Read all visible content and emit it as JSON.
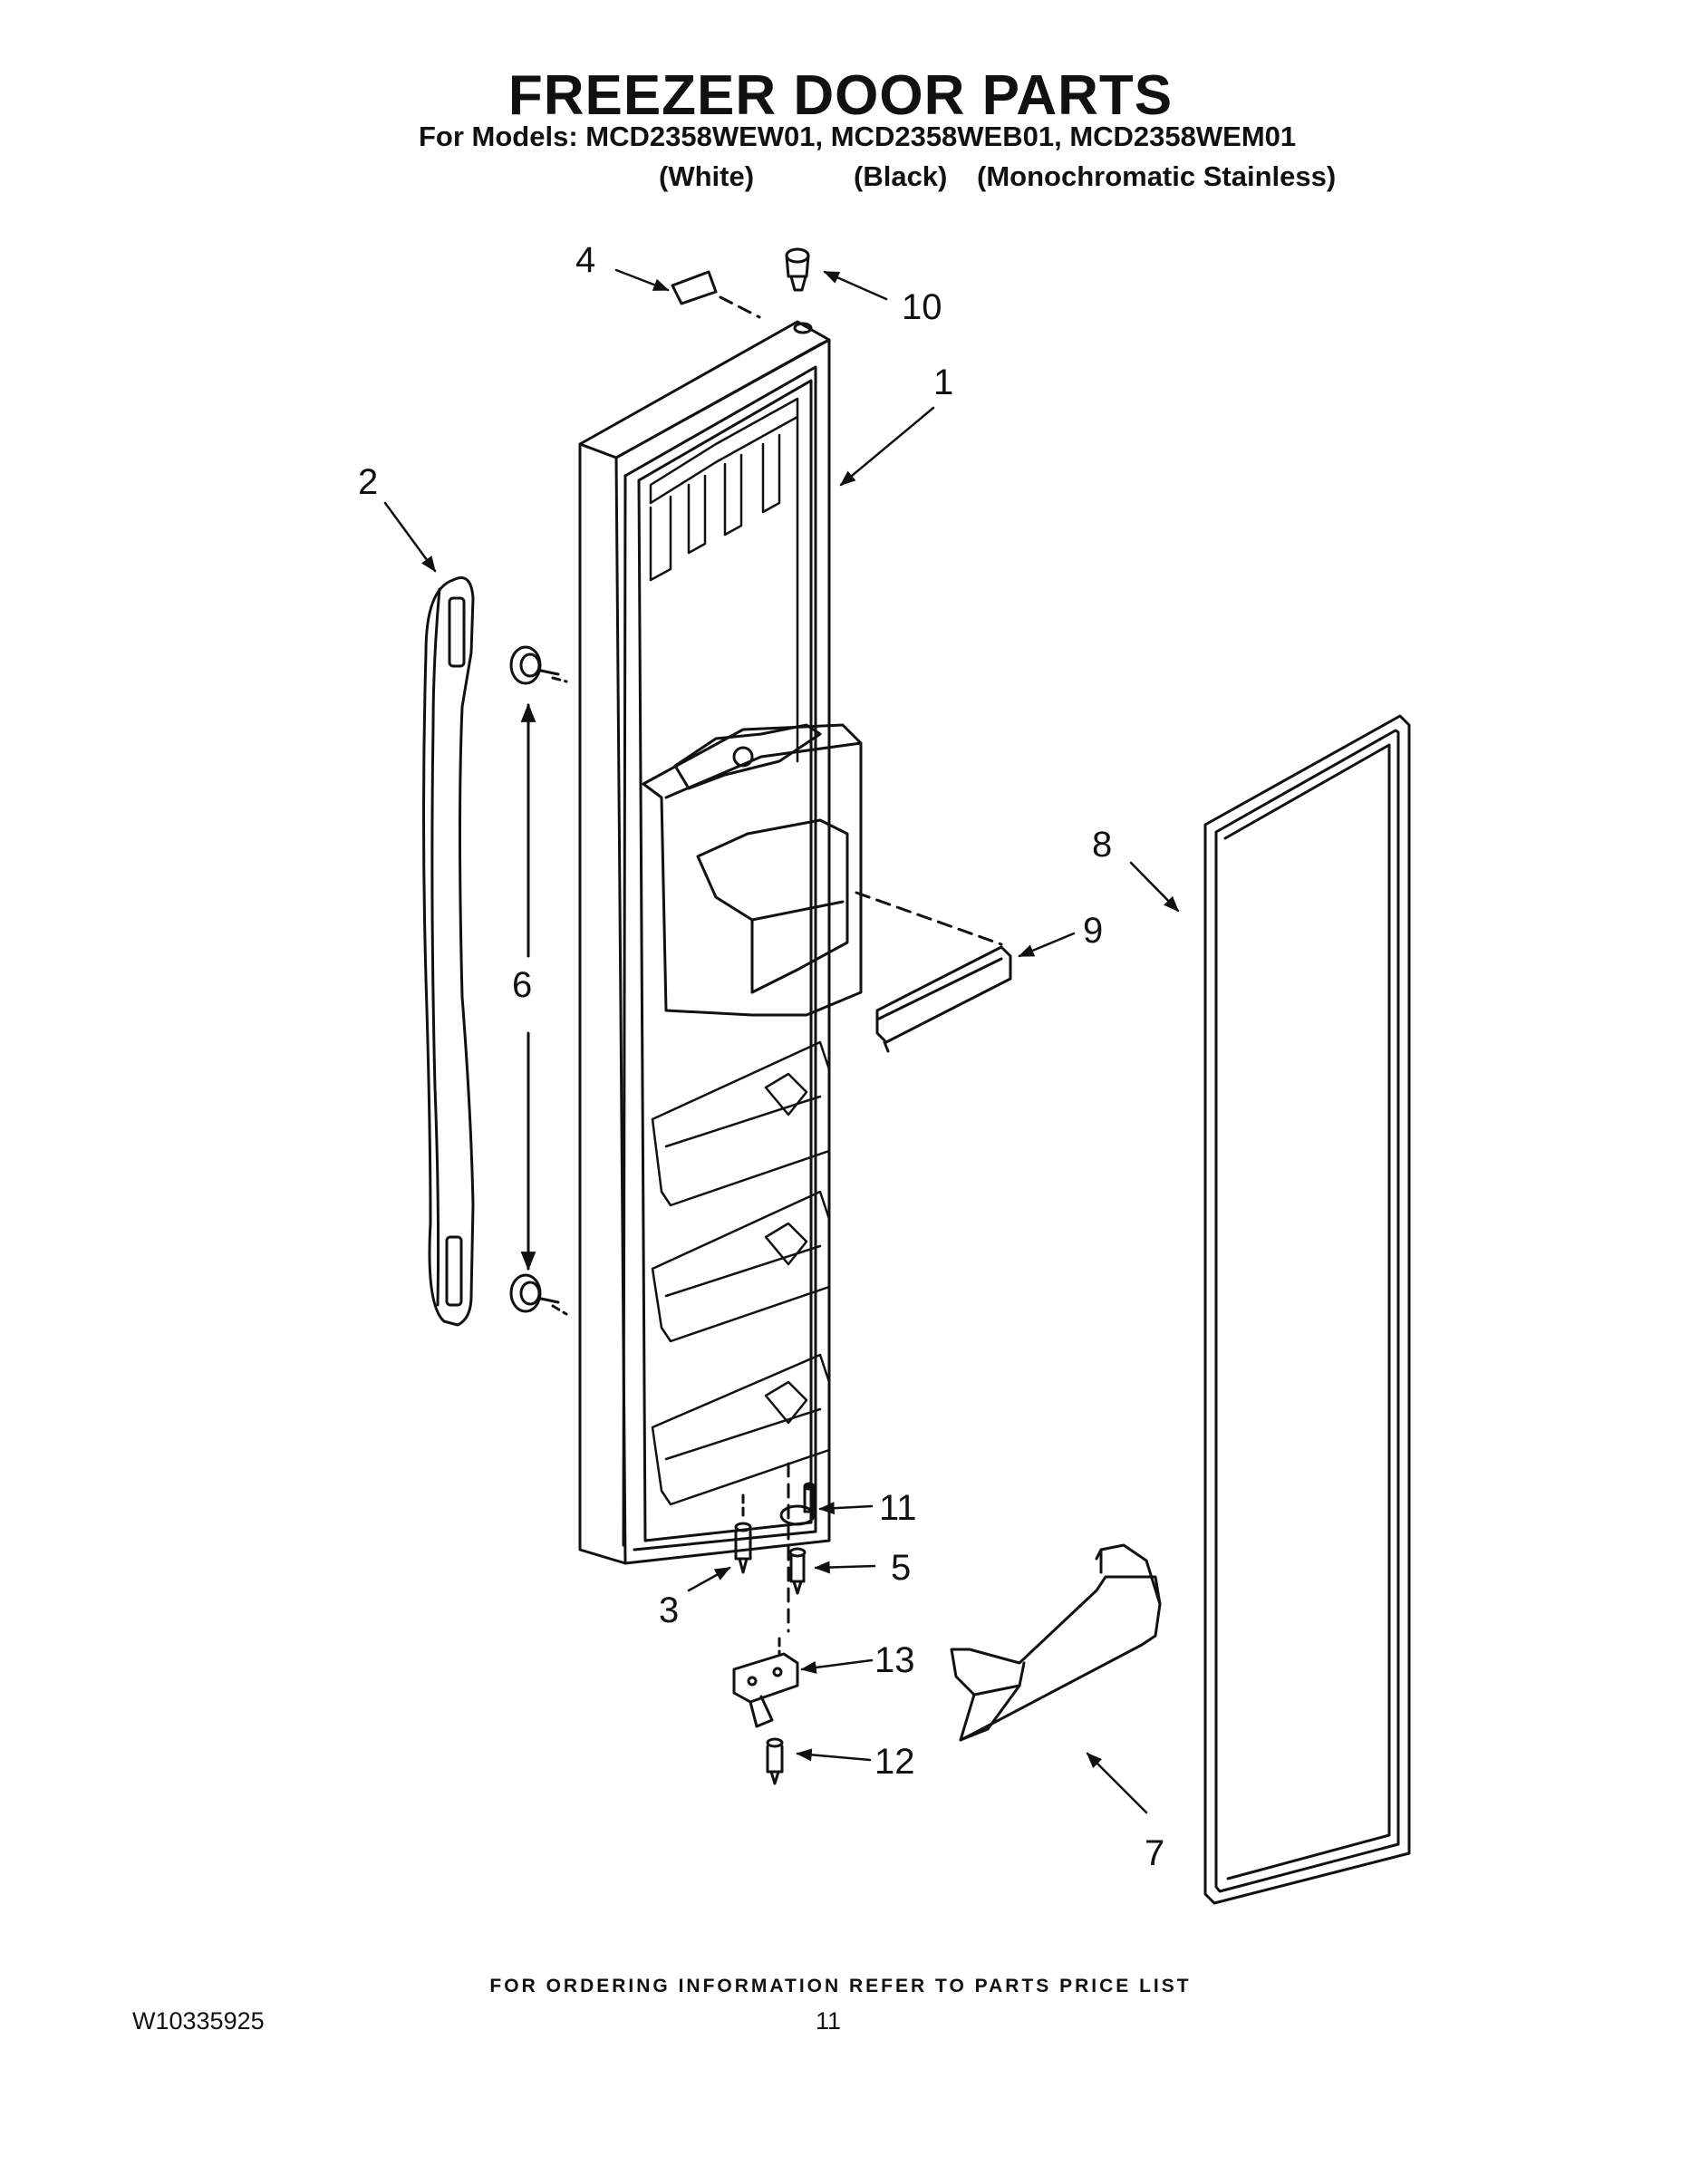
{
  "header": {
    "title": "FREEZER DOOR PARTS",
    "models_line": "For Models: MCD2358WEW01, MCD2358WEB01, MCD2358WEM01",
    "color_labels": [
      "(White)",
      "(Black)",
      "(Monochromatic Stainless)"
    ]
  },
  "diagram": {
    "callouts": [
      "1",
      "2",
      "3",
      "4",
      "5",
      "6",
      "7",
      "8",
      "9",
      "10",
      "11",
      "12",
      "13"
    ]
  },
  "footer": {
    "ordering_note": "FOR ORDERING INFORMATION REFER TO PARTS PRICE LIST",
    "document_number": "W10335925",
    "page_number": "11"
  }
}
